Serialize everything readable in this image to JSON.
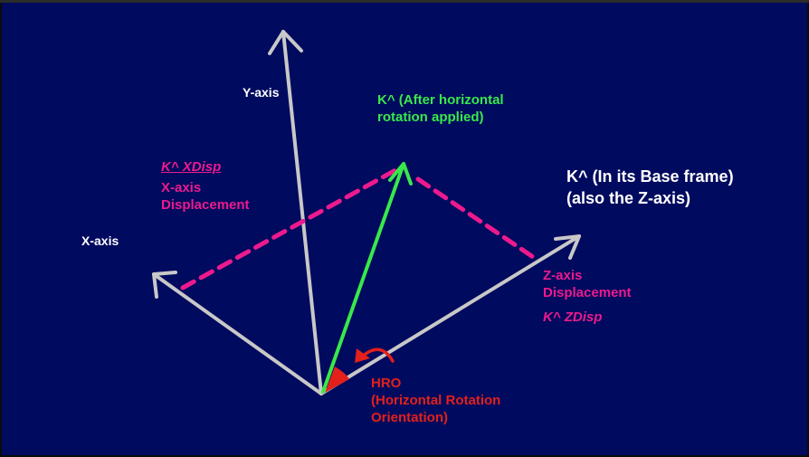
{
  "labels": {
    "y_axis": "Y-axis",
    "x_axis": "X-axis",
    "k_after": "K^ (After horizontal\nrotation applied)",
    "k_base": "K^ (In its Base frame)\n(also the Z-axis)",
    "x_disp_name": "K^ XDisp",
    "x_disp_desc": "X-axis\nDisplacement",
    "z_disp_desc": "Z-axis\nDisplacement",
    "z_disp_name": "K^ ZDisp",
    "hro": "HRO\n(Horizontal Rotation\nOrientation)"
  },
  "colors": {
    "background": "#000a5e",
    "axis": "#c8c8c8",
    "rotated_vector": "#39e84a",
    "displacement": "#ec1a8e",
    "hro": "#e3201b",
    "text_white": "#ffffff"
  }
}
